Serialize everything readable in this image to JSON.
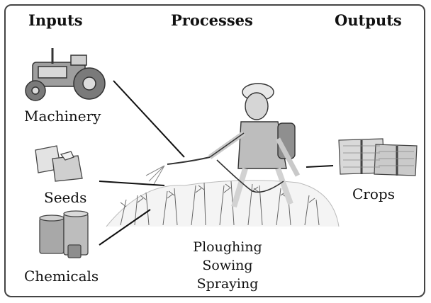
{
  "headers": {
    "inputs": "Inputs",
    "processes": "Processes",
    "outputs": "Outputs"
  },
  "inputs": [
    {
      "label": "Machinery",
      "icon": "tractor-icon"
    },
    {
      "label": "Seeds",
      "icon": "seed-bags-icon"
    },
    {
      "label": "Chemicals",
      "icon": "chemical-cans-icon"
    }
  ],
  "processes": [
    "Ploughing",
    "Sowing",
    "Spraying"
  ],
  "outputs": [
    {
      "label": "Crops",
      "icon": "crop-bundles-icon"
    }
  ],
  "colors": {
    "line": "#111111",
    "border": "#444444",
    "illustration": "#555555"
  }
}
